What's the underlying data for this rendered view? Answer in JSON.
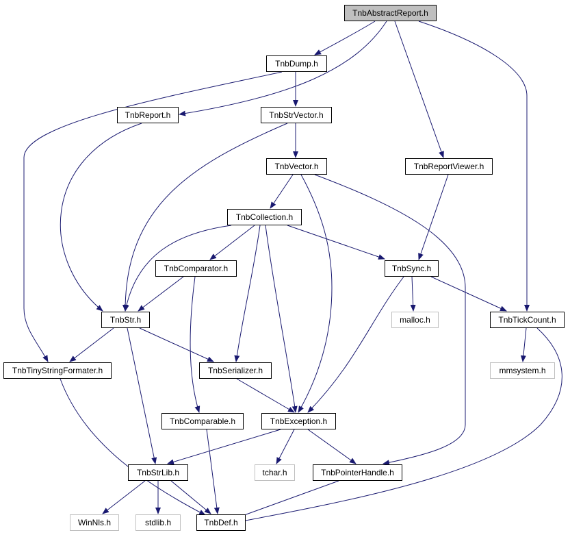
{
  "nodes": [
    {
      "id": "abstract",
      "label": "TnbAbstractReport.h",
      "style": "root"
    },
    {
      "id": "dump",
      "label": "TnbDump.h",
      "style": "normal"
    },
    {
      "id": "report",
      "label": "TnbReport.h",
      "style": "normal"
    },
    {
      "id": "strvector",
      "label": "TnbStrVector.h",
      "style": "normal"
    },
    {
      "id": "vector",
      "label": "TnbVector.h",
      "style": "normal"
    },
    {
      "id": "viewer",
      "label": "TnbReportViewer.h",
      "style": "normal"
    },
    {
      "id": "collection",
      "label": "TnbCollection.h",
      "style": "normal"
    },
    {
      "id": "comparator",
      "label": "TnbComparator.h",
      "style": "normal"
    },
    {
      "id": "sync",
      "label": "TnbSync.h",
      "style": "normal"
    },
    {
      "id": "str",
      "label": "TnbStr.h",
      "style": "normal"
    },
    {
      "id": "malloc",
      "label": "malloc.h",
      "style": "external"
    },
    {
      "id": "tickcount",
      "label": "TnbTickCount.h",
      "style": "normal"
    },
    {
      "id": "tiny",
      "label": "TnbTinyStringFormater.h",
      "style": "normal"
    },
    {
      "id": "serializer",
      "label": "TnbSerializer.h",
      "style": "normal"
    },
    {
      "id": "mmsystem",
      "label": "mmsystem.h",
      "style": "external"
    },
    {
      "id": "comparable",
      "label": "TnbComparable.h",
      "style": "normal"
    },
    {
      "id": "exception",
      "label": "TnbException.h",
      "style": "normal"
    },
    {
      "id": "strlib",
      "label": "TnbStrLib.h",
      "style": "normal"
    },
    {
      "id": "tchar",
      "label": "tchar.h",
      "style": "external"
    },
    {
      "id": "pointer",
      "label": "TnbPointerHandle.h",
      "style": "normal"
    },
    {
      "id": "winnls",
      "label": "WinNls.h",
      "style": "external"
    },
    {
      "id": "stdlib",
      "label": "stdlib.h",
      "style": "external"
    },
    {
      "id": "def",
      "label": "TnbDef.h",
      "style": "normal"
    }
  ],
  "edges": [
    {
      "from": "abstract",
      "to": "dump"
    },
    {
      "from": "abstract",
      "to": "report"
    },
    {
      "from": "abstract",
      "to": "viewer"
    },
    {
      "from": "abstract",
      "to": "tickcount"
    },
    {
      "from": "dump",
      "to": "strvector"
    },
    {
      "from": "dump",
      "to": "tiny"
    },
    {
      "from": "report",
      "to": "str"
    },
    {
      "from": "strvector",
      "to": "vector"
    },
    {
      "from": "strvector",
      "to": "str"
    },
    {
      "from": "vector",
      "to": "collection"
    },
    {
      "from": "vector",
      "to": "exception"
    },
    {
      "from": "vector",
      "to": "pointer"
    },
    {
      "from": "viewer",
      "to": "sync"
    },
    {
      "from": "collection",
      "to": "comparator"
    },
    {
      "from": "collection",
      "to": "str"
    },
    {
      "from": "collection",
      "to": "sync"
    },
    {
      "from": "collection",
      "to": "serializer"
    },
    {
      "from": "collection",
      "to": "exception"
    },
    {
      "from": "comparator",
      "to": "str"
    },
    {
      "from": "comparator",
      "to": "comparable"
    },
    {
      "from": "sync",
      "to": "malloc"
    },
    {
      "from": "sync",
      "to": "tickcount"
    },
    {
      "from": "sync",
      "to": "exception"
    },
    {
      "from": "str",
      "to": "tiny"
    },
    {
      "from": "str",
      "to": "serializer"
    },
    {
      "from": "str",
      "to": "strlib"
    },
    {
      "from": "tickcount",
      "to": "mmsystem"
    },
    {
      "from": "tickcount",
      "to": "def"
    },
    {
      "from": "tiny",
      "to": "def"
    },
    {
      "from": "serializer",
      "to": "exception"
    },
    {
      "from": "comparable",
      "to": "def"
    },
    {
      "from": "exception",
      "to": "strlib"
    },
    {
      "from": "exception",
      "to": "tchar"
    },
    {
      "from": "exception",
      "to": "pointer"
    },
    {
      "from": "strlib",
      "to": "winnls"
    },
    {
      "from": "strlib",
      "to": "stdlib"
    },
    {
      "from": "strlib",
      "to": "def"
    },
    {
      "from": "pointer",
      "to": "def"
    }
  ],
  "colors": {
    "edge": "#191970",
    "node_border": "#000000",
    "root_fill": "#bfbfbf",
    "node_fill": "#ffffff",
    "external_border": "#bfbfbf",
    "external_text": "#000000"
  }
}
